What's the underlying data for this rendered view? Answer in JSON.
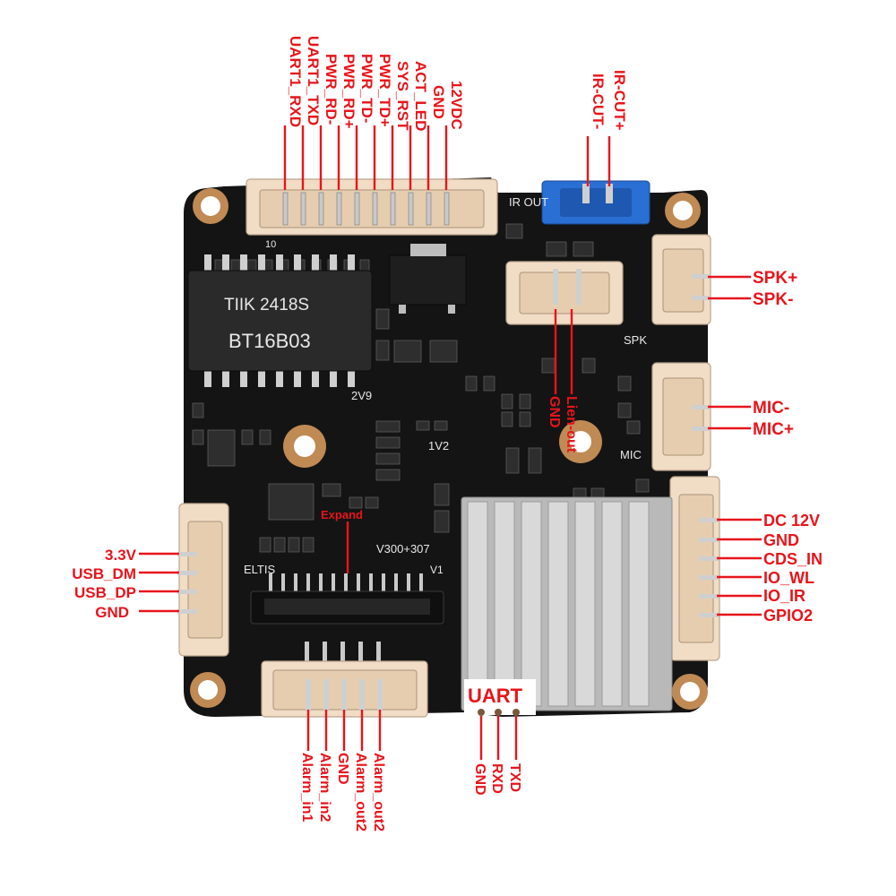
{
  "top_connector": {
    "labels": [
      "UART1_RXD",
      "UART1_TXD",
      "PWR_RD-",
      "PWR_RD+",
      "PWR_TD-",
      "PWR_TD+",
      "SYS_RST",
      "ACT_LED",
      "GND",
      "12VDC"
    ]
  },
  "ir_cut": {
    "labels": [
      "IR-CUT-",
      "IR-CUT+"
    ]
  },
  "speaker": {
    "labels": [
      "SPK+",
      "SPK-"
    ]
  },
  "line_out": {
    "labels": [
      "GND",
      "Lien-out"
    ]
  },
  "mic": {
    "labels": [
      "MIC-",
      "MIC+"
    ]
  },
  "right_connector": {
    "labels": [
      "DC 12V",
      "GND",
      "CDS_IN",
      "IO_WL",
      "IO_IR",
      "GPIO2"
    ]
  },
  "usb_connector": {
    "labels": [
      "3.3V",
      "USB_DM",
      "USB_DP",
      "GND"
    ]
  },
  "expand": {
    "label": "Expand"
  },
  "alarm_connector": {
    "labels": [
      "Alarm_in1",
      "Alarm_in2",
      "GND",
      "Alarm_out2",
      "Alarm_out2"
    ]
  },
  "uart": {
    "title": "UART",
    "labels": [
      "GND",
      "RXD",
      "TXD"
    ]
  },
  "board_silk": {
    "transformer_line1": "TIIK 2418S",
    "transformer_line2": "BT16B03",
    "ir_out": "IR OUT",
    "spk": "SPK",
    "mic": "MIC",
    "v2v9": "2V9",
    "v1v2": "1V2",
    "v300": "V300+307",
    "eltis": "ELTIS",
    "v1": "V1",
    "pin10": "10"
  },
  "colors": {
    "board": "#141414",
    "label_red": "#e8141b",
    "connector": "#f1ddc6",
    "ir_connector": "#2a6fd3",
    "heatsink": "#c8c8c8"
  }
}
